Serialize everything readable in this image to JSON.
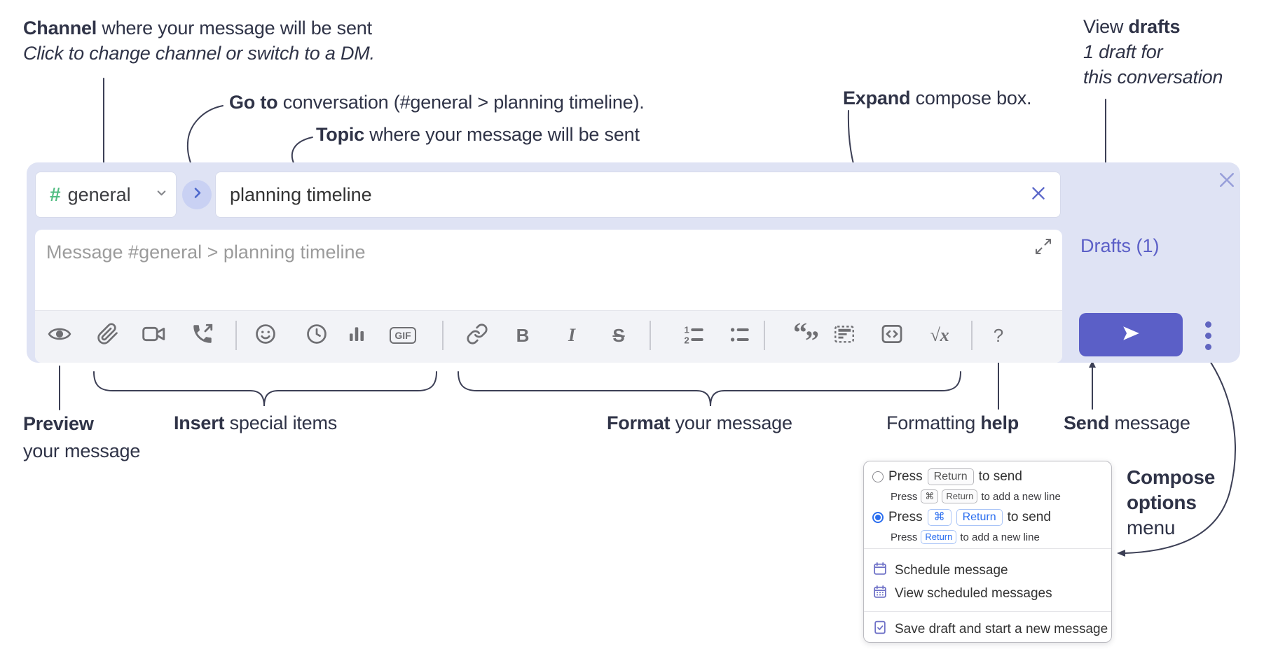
{
  "annotations": {
    "channel": {
      "bold": "Channel",
      "rest": " where your message will be sent",
      "sub": "Click to change channel or switch to a DM."
    },
    "goto": {
      "bold": "Go to",
      "rest": " conversation (#general > planning timeline)."
    },
    "topic": {
      "bold": "Topic",
      "rest": " where your message will be sent"
    },
    "expand": {
      "bold": "Expand",
      "rest": " compose box."
    },
    "view_drafts": {
      "pre": "View ",
      "bold": "drafts",
      "line2": "1 draft for",
      "line3": "this conversation"
    },
    "preview": {
      "bold": "Preview",
      "line2": "your message"
    },
    "insert": {
      "bold": "Insert",
      "rest": " special items"
    },
    "format": {
      "bold": "Format",
      "rest": " your message"
    },
    "formatting_help": {
      "pre": "Formatting ",
      "bold": "help"
    },
    "send": {
      "bold": "Send",
      "rest": " message"
    },
    "compose_options": {
      "line1": "Compose",
      "line2": "options",
      "line3": "menu"
    }
  },
  "compose": {
    "channel_hash": "#",
    "channel_name": "general",
    "topic_value": "planning timeline",
    "message_placeholder": "Message #general > planning timeline",
    "drafts_label": "Drafts (1)"
  },
  "toolbar": {
    "bold_label": "B",
    "italic_label": "I",
    "strike_label": "S",
    "gif_label": "GIF",
    "math_label": "√x",
    "help_label": "?",
    "quote_open": "“",
    "quote_close": "”",
    "icons": [
      "preview-eye",
      "attach-paperclip",
      "video-call",
      "voice-call",
      "emoji-smiley",
      "time-clock",
      "poll-chart",
      "gif",
      "link",
      "bold",
      "italic",
      "strikethrough",
      "numbered-list",
      "bulleted-list",
      "quote",
      "spoiler",
      "code",
      "math",
      "help"
    ]
  },
  "menu": {
    "option1": {
      "press": "Press",
      "key1": "Return",
      "after": "to send",
      "sub_press": "Press",
      "sub_key1": "⌘",
      "sub_key2": "Return",
      "sub_after": "to add a new line"
    },
    "option2": {
      "press": "Press",
      "key1": "⌘",
      "key2": "Return",
      "after": "to send",
      "sub_press": "Press",
      "sub_key1": "Return",
      "sub_after": "to add a new line"
    },
    "items": [
      {
        "label": "Schedule message"
      },
      {
        "label": "View scheduled messages"
      },
      {
        "label": "Save draft and start a new message"
      }
    ]
  },
  "colors": {
    "brand": "#5b5fc7",
    "hash_green": "#52bd82",
    "kbd_blue": "#2b6eef",
    "menu_icon_purple": "#6e71c7",
    "annotation_ink": "#2f3347"
  }
}
